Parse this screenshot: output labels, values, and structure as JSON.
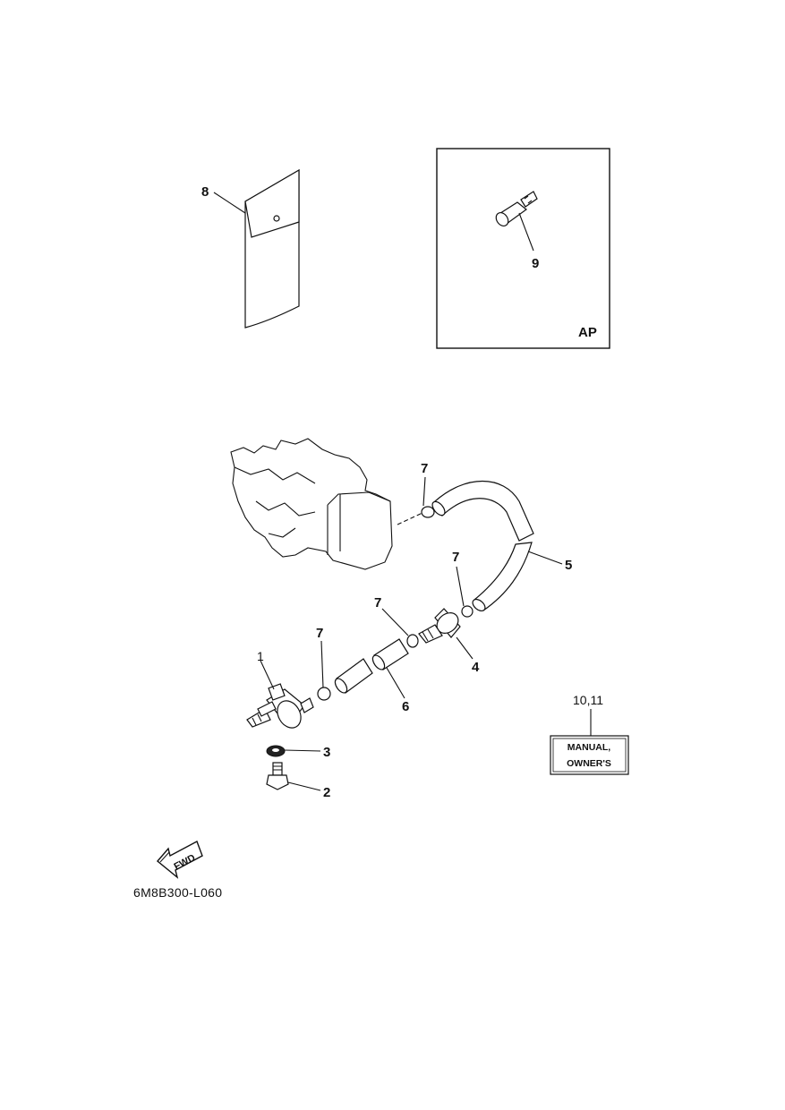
{
  "callouts": {
    "c1": "1",
    "c2": "2",
    "c3": "3",
    "c4": "4",
    "c5": "5",
    "c6": "6",
    "c7a": "7",
    "c7b": "7",
    "c7c": "7",
    "c7d": "7",
    "c8": "8",
    "c9": "9",
    "c10_11": "10,11"
  },
  "inset": {
    "label": "AP"
  },
  "manual_box": {
    "line1": "MANUAL,",
    "line2": "OWNER'S"
  },
  "fwd_arrow": {
    "label": "FWD"
  },
  "drawing_code": "6M8B300-L060"
}
